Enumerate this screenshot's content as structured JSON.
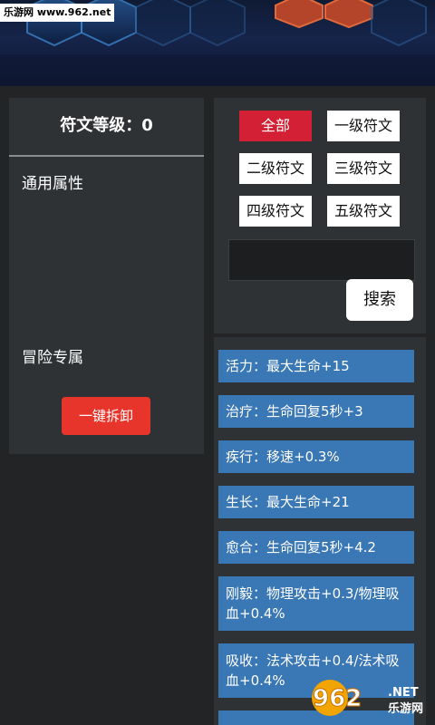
{
  "watermark": "乐游网 www.962.net",
  "left_panel": {
    "title": "符文等级：0",
    "section_general": "通用属性",
    "section_adventure": "冒险专属",
    "unequip_button": "一键拆卸"
  },
  "filters": [
    "全部",
    "一级符文",
    "二级符文",
    "三级符文",
    "四级符文",
    "五级符文"
  ],
  "search": {
    "placeholder": "",
    "button": "搜索"
  },
  "runes": [
    "活力：最大生命+15",
    "治疗：生命回复5秒+3",
    "疾行：移速+0.3%",
    "生长：最大生命+21",
    "愈合：生命回复5秒+4.2",
    "刚毅：物理攻击+0.3/物理吸血+0.4%",
    "吸收：法术攻击+0.4/法术吸血+0.4%"
  ],
  "brand_logo": {
    "text": "962",
    "suffix": ".NET",
    "subtitle": "乐游网"
  },
  "colors": {
    "active_filter": "#d42034",
    "unequip_button": "#e8352c",
    "rune_item": "#3a77b5",
    "panel": "#2f3235"
  }
}
